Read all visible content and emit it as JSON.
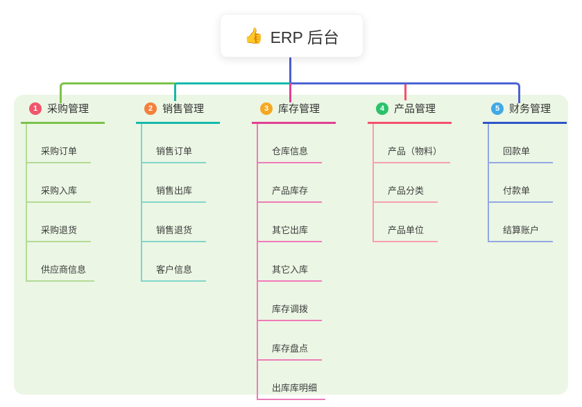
{
  "root": {
    "icon": "👍",
    "label": "ERP 后台"
  },
  "colors": {
    "panel_background": "#ebf6e4",
    "root_connector": "#4c5cd4",
    "bus_left_green": "#7cc24a",
    "bus_mid_teal": "#14b9ab",
    "bus_right_blue": "#4b63d1",
    "drop_magenta": "#e23f92",
    "drop_red": "#f4506b"
  },
  "branches": [
    {
      "index": "1",
      "label": "采购管理",
      "accent_color": "#7cc24a",
      "badge_color": "#f1556c",
      "items": [
        "采购订单",
        "采购入库",
        "采购退货",
        "供应商信息"
      ]
    },
    {
      "index": "2",
      "label": "销售管理",
      "accent_color": "#14b9ab",
      "badge_color": "#f5803b",
      "items": [
        "销售订单",
        "销售出库",
        "销售退货",
        "客户信息"
      ]
    },
    {
      "index": "3",
      "label": "库存管理",
      "accent_color": "#e23f92",
      "badge_color": "#f7a823",
      "items": [
        "仓库信息",
        "产品库存",
        "其它出库",
        "其它入库",
        "库存调拨",
        "库存盘点",
        "出库库明细"
      ]
    },
    {
      "index": "4",
      "label": "产品管理",
      "accent_color": "#f4506b",
      "badge_color": "#2bc26b",
      "items": [
        "产品（物料）",
        "产品分类",
        "产品单位"
      ]
    },
    {
      "index": "5",
      "label": "财务管理",
      "accent_color": "#2e54c9",
      "badge_color": "#41a9e6",
      "items": [
        "回款单",
        "付款单",
        "结算账户"
      ]
    }
  ]
}
